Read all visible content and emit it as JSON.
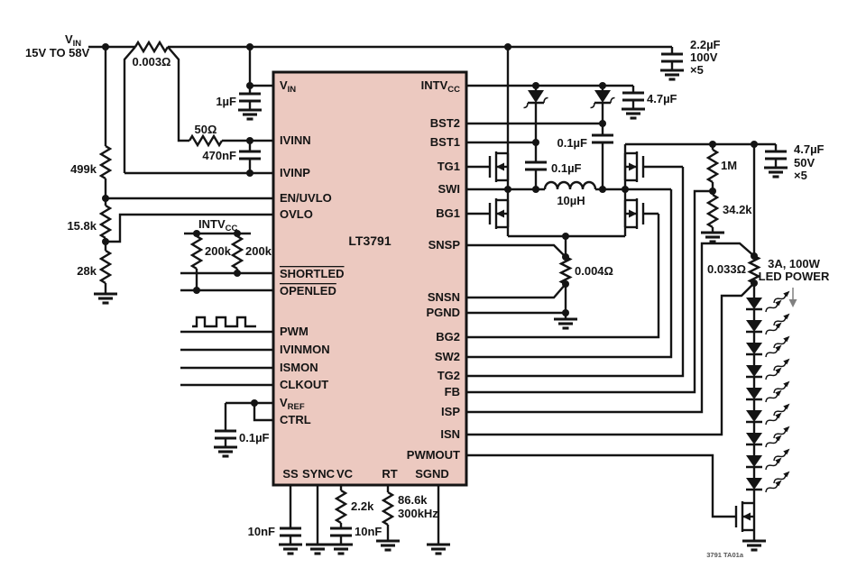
{
  "figure_id": "3791 TA01a",
  "supply": {
    "name": {
      "main": "V",
      "sub": "IN"
    },
    "range": "15V TO 58V"
  },
  "rails": {
    "intvcc": {
      "main": "INTV",
      "sub": "CC"
    }
  },
  "ic": {
    "part_number": "LT3791",
    "pin_vin": {
      "main": "V",
      "sub": "IN"
    },
    "pin_vref": {
      "main": "V",
      "sub": "REF"
    },
    "pin_intvcc": {
      "main": "INTV",
      "sub": "CC"
    },
    "pins_left": [
      "IVINN",
      "IVINP",
      "EN/UVLO",
      "OVLO",
      "SHORTLED",
      "OPENLED",
      "PWM",
      "IVINMON",
      "ISMON",
      "CLKOUT",
      "CTRL"
    ],
    "pins_right": [
      "BST2",
      "BST1",
      "TG1",
      "SWI",
      "BG1",
      "SNSP",
      "SNSN",
      "PGND",
      "BG2",
      "SW2",
      "TG2",
      "FB",
      "ISP",
      "ISN",
      "PWMOUT"
    ],
    "pins_bottom": [
      "SS",
      "SYNC",
      "VC",
      "RT",
      "SGND"
    ]
  },
  "components": {
    "r_input_sense": "0.003Ω",
    "r_ivin_filter": "50Ω",
    "c_ivin_filter": "470nF",
    "c_vin_bypass": "1µF",
    "r_divider_top": "499k",
    "r_divider_mid": "15.8k",
    "r_divider_bot": "28k",
    "r_pullup_shortled": "200k",
    "r_pullup_openled": "200k",
    "c_ctrl": "0.1µF",
    "c_ss": "10nF",
    "r_vc": "2.2k",
    "c_vc": "10nF",
    "r_rt": "86.6k",
    "r_rt_freq": "300kHz",
    "c_input": {
      "value": "2.2µF",
      "voltage": "100V",
      "count": "×5"
    },
    "c_intvcc": "4.7µF",
    "c_bst2": "0.1µF",
    "c_bst1": "0.1µF",
    "inductor": "10µH",
    "r_switch_sense": "0.004Ω",
    "c_output": {
      "value": "4.7µF",
      "voltage": "50V",
      "count": "×5"
    },
    "r_fb_top": "1M",
    "r_fb_bottom": "34.2k",
    "r_led_sense": "0.033Ω"
  },
  "load": {
    "rating_line1": "3A, 100W",
    "rating_line2": "LED POWER",
    "led_count": 9
  }
}
